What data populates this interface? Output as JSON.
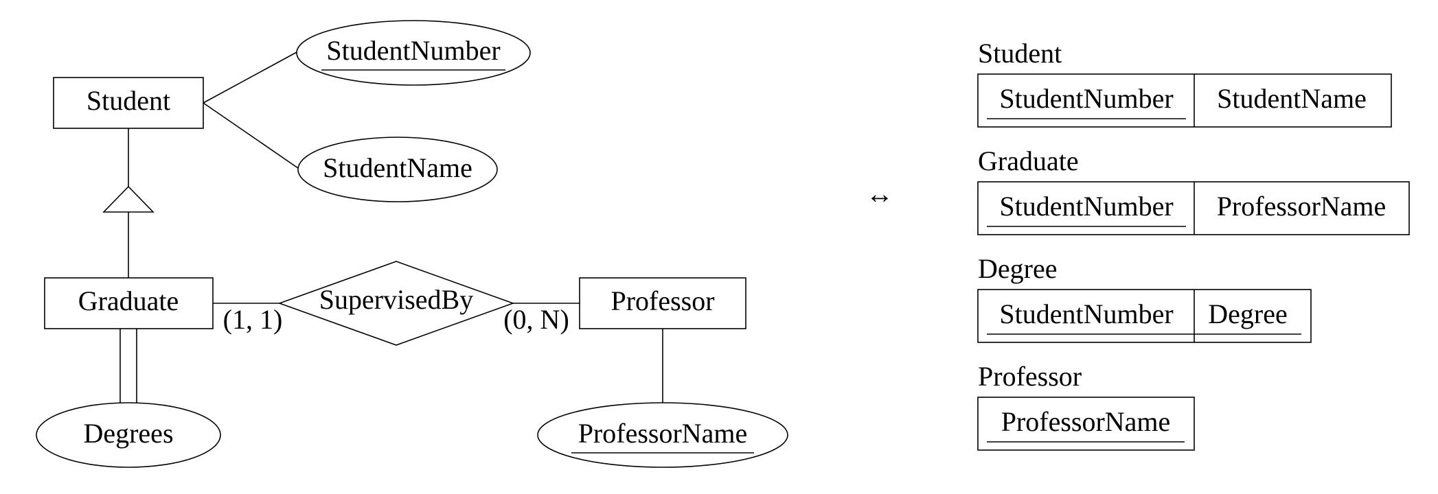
{
  "er_diagram": {
    "entities": {
      "student": "Student",
      "graduate": "Graduate",
      "professor": "Professor"
    },
    "attributes": {
      "student_number": "StudentNumber",
      "student_name": "StudentName",
      "degrees": "Degrees",
      "professor_name": "ProfessorName"
    },
    "relationship": "SupervisedBy",
    "cardinality_graduate": "(1, 1)",
    "cardinality_professor": "(0, N)"
  },
  "equivalence_symbol": "↔",
  "relations": [
    {
      "name": "Student",
      "attributes": [
        "StudentNumber",
        "StudentName"
      ]
    },
    {
      "name": "Graduate",
      "attributes": [
        "StudentNumber",
        "ProfessorName"
      ]
    },
    {
      "name": "Degree",
      "attributes": [
        "StudentNumber",
        "Degree"
      ]
    },
    {
      "name": "Professor",
      "attributes": [
        "ProfessorName"
      ]
    }
  ]
}
